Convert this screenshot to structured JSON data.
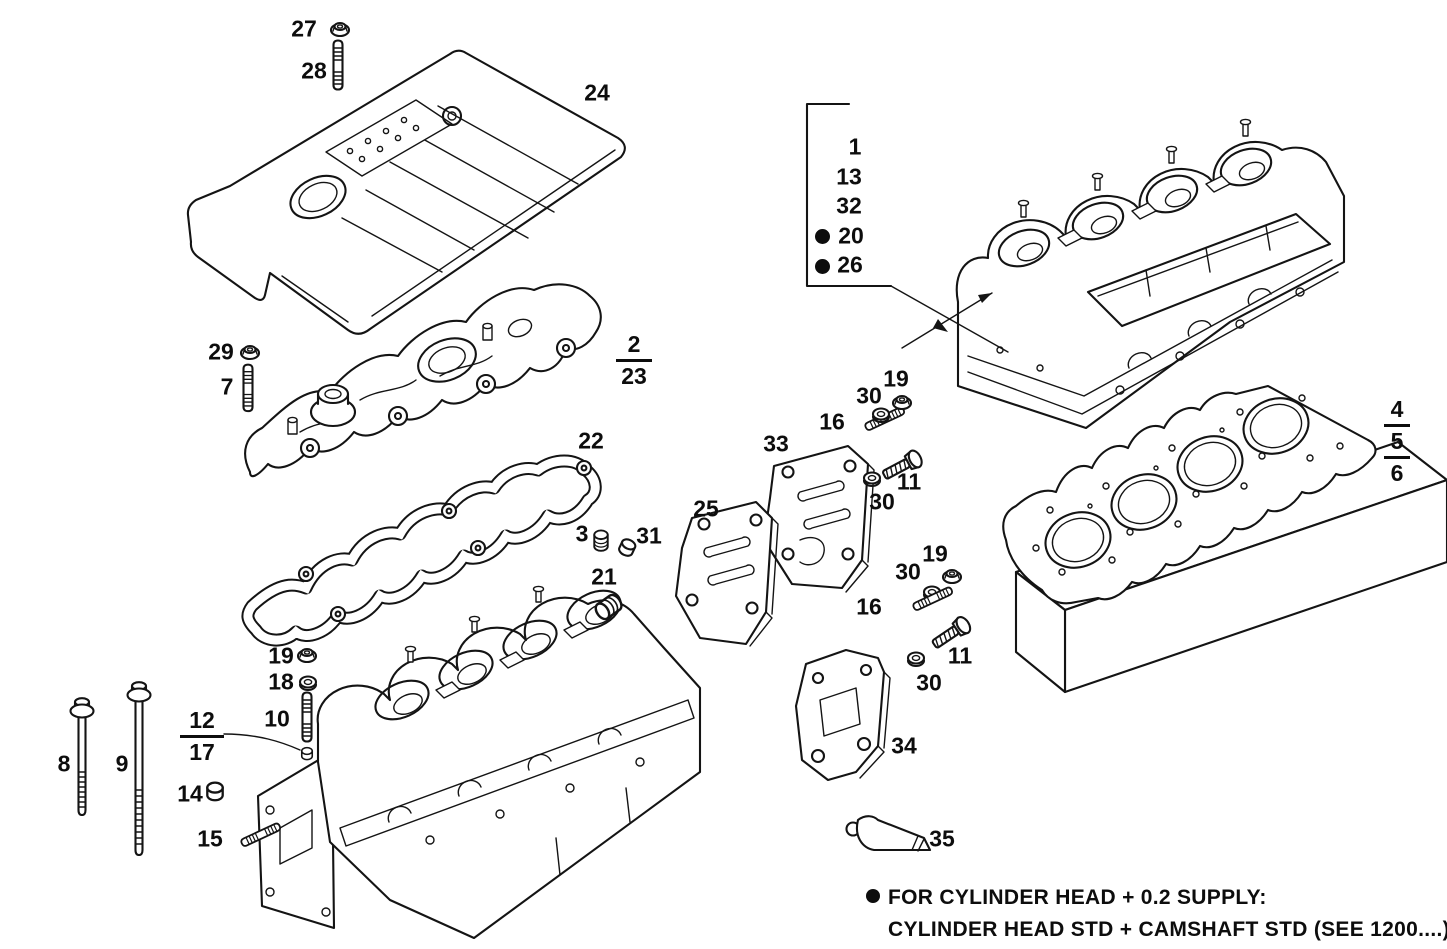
{
  "note": {
    "line1": "FOR CYLINDER HEAD + 0.2 SUPPLY:",
    "line2": "CYLINDER HEAD STD + CAMSHAFT STD (SEE 1200....)"
  },
  "labels": {
    "p1": "1",
    "p2": "2",
    "p3": "3",
    "p4": "4",
    "p5": "5",
    "p6": "6",
    "p7": "7",
    "p8": "8",
    "p9": "9",
    "p10": "10",
    "p11": "11",
    "p12": "12",
    "p13": "13",
    "p14": "14",
    "p15": "15",
    "p16": "16",
    "p17": "17",
    "p18": "18",
    "p19": "19",
    "p20": "20",
    "p21": "21",
    "p22": "22",
    "p23": "23",
    "p24": "24",
    "p25": "25",
    "p26": "26",
    "p27": "27",
    "p28": "28",
    "p29": "29",
    "p30": "30",
    "p31": "31",
    "p32": "32",
    "p33": "33",
    "p34": "34",
    "p35": "35"
  }
}
